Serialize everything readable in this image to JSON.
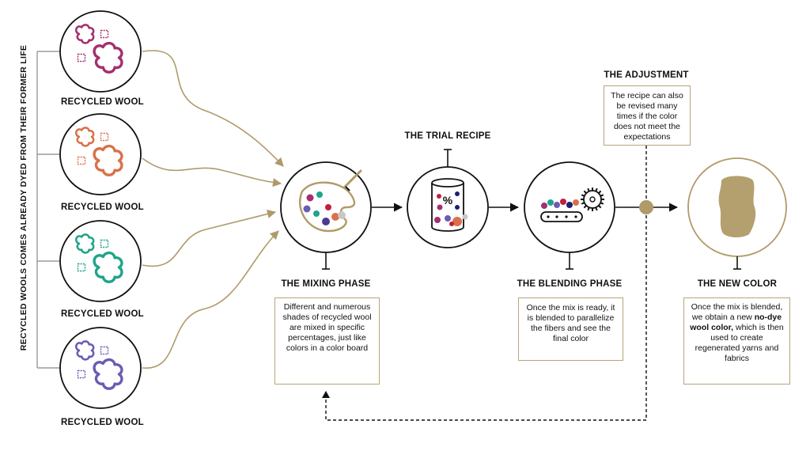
{
  "side_label": {
    "before": "RECYCLED WOOLS COMES",
    "bold": "ALREADY DYED",
    "after": "FROM THEIR FORMER LIFE"
  },
  "sources": [
    {
      "label": "RECYCLED WOOL",
      "color": "#a3306e"
    },
    {
      "label": "RECYCLED WOOL",
      "color": "#d9714a"
    },
    {
      "label": "RECYCLED WOOL",
      "color": "#1fa48a"
    },
    {
      "label": "RECYCLED WOOL",
      "color": "#6c5bb3"
    }
  ],
  "mixing": {
    "title": "THE MIXING PHASE",
    "text": "Different and numerous shades of recycled wool are mixed in specific percentages, just like colors in a color board"
  },
  "trial": {
    "title": "THE TRIAL RECIPE",
    "symbol": "%"
  },
  "adjustment": {
    "title": "THE ADJUSTMENT",
    "text": "The recipe can also be revised many times if the color does not meet the expectations"
  },
  "blending": {
    "title": "THE BLENDING PHASE",
    "text": "Once the mix is ready, it is blended to parallelize the fibers and see the final color"
  },
  "new_color": {
    "title": "THE NEW COLOR",
    "text_before": "Once the mix is blended, we obtain a new",
    "text_bold": "no-dye wool color,",
    "text_after": "which is then used to create regenerated yarns and fabrics"
  },
  "colors": {
    "accent": "#b09a6a",
    "box_border": "#b8a57a",
    "new_wool": "#b4a06f"
  }
}
